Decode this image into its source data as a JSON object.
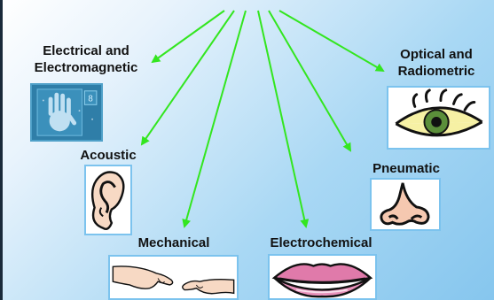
{
  "labels": {
    "electrical": [
      "Electrical and",
      "Electromagnetic"
    ],
    "optical": [
      "Optical and",
      "Radiometric"
    ],
    "acoustic": "Acoustic",
    "pneumatic": "Pneumatic",
    "mechanical": "Mechanical",
    "electrochemical": "Electrochemical"
  },
  "colors": {
    "arrow": "#33e61f",
    "frame_border": "#7cc3ee",
    "background_light": "#ffffff",
    "background_blue": "#86c6ee"
  },
  "icons": {
    "electrical": "hand-scan-icon",
    "optical": "eye-icon",
    "acoustic": "ear-icon",
    "pneumatic": "nose-icon",
    "mechanical": "touching-hands-icon",
    "electrochemical": "lips-icon"
  }
}
